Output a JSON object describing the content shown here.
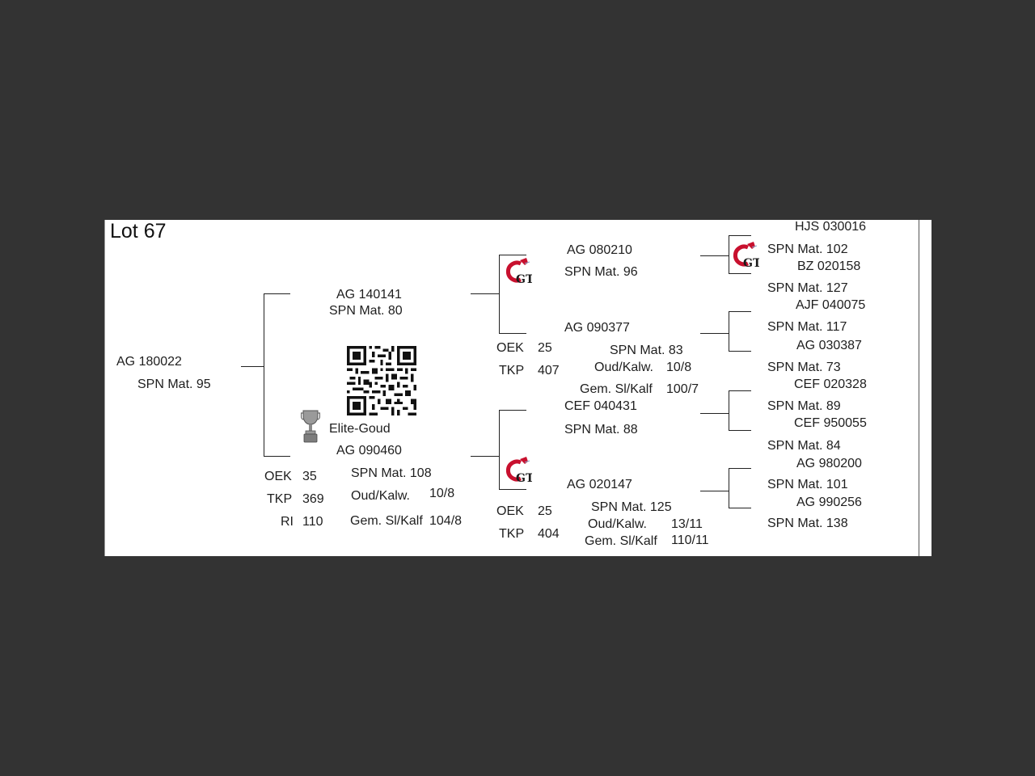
{
  "lot": "Lot 67",
  "subject": {
    "id": "AG  180022",
    "spn": "SPN Mat. 95"
  },
  "sire": {
    "id": "AG  140141",
    "spn": "SPN Mat. 80"
  },
  "dam": {
    "award": "Elite-Goud",
    "id": "AG  090460",
    "spn": "SPN Mat. 108",
    "oud_label": "Oud/Kalw.",
    "oud_value": "10/8",
    "gem_label": "Gem. Sl/Kalf",
    "gem_value": "104/8",
    "oek_label": "OEK",
    "oek_value": "35",
    "tkp_label": "TKP",
    "tkp_value": "369",
    "ri_label": "RI",
    "ri_value": "110"
  },
  "sire_sire": {
    "id": "AG  080210",
    "spn": "SPN Mat. 96"
  },
  "sire_dam": {
    "id": "AG  090377",
    "spn": "SPN Mat. 83",
    "oud_label": "Oud/Kalw.",
    "oud_value": "10/8",
    "gem_label": "Gem. Sl/Kalf",
    "gem_value": "100/7",
    "oek_label": "OEK",
    "oek_value": "25",
    "tkp_label": "TKP",
    "tkp_value": "407"
  },
  "dam_sire": {
    "id": "CEF 040431",
    "spn": "SPN Mat. 88"
  },
  "dam_dam": {
    "id": "AG  020147",
    "spn": "SPN Mat. 125",
    "oud_label": "Oud/Kalw.",
    "oud_value": "13/11",
    "gem_label": "Gem. Sl/Kalf",
    "gem_value": "110/11",
    "oek_label": "OEK",
    "oek_value": "25",
    "tkp_label": "TKP",
    "tkp_value": "404"
  },
  "gen3": [
    {
      "id": "HJS 030016",
      "spn": "SPN Mat. 102"
    },
    {
      "id": "BZ  020158",
      "spn": "SPN Mat. 127"
    },
    {
      "id": "AJF 040075",
      "spn": "SPN Mat. 117"
    },
    {
      "id": "AG  030387",
      "spn": "SPN Mat. 73"
    },
    {
      "id": "CEF 020328",
      "spn": "SPN Mat. 89"
    },
    {
      "id": "CEF 950055",
      "spn": "SPN Mat. 84"
    },
    {
      "id": "AG  980200",
      "spn": "SPN Mat. 101"
    },
    {
      "id": "AG  990256",
      "spn": "SPN Mat. 138"
    }
  ],
  "logo_text": "GT"
}
